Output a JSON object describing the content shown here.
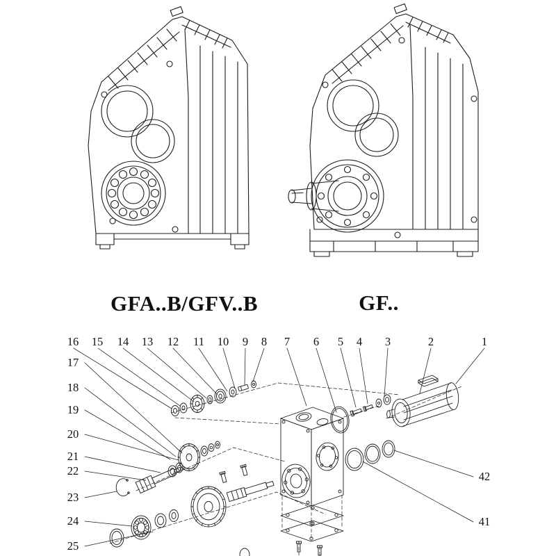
{
  "figure_labels": {
    "left": "GFA..B/GFV..B",
    "right": "GF.."
  },
  "callouts": {
    "top": [
      "16",
      "15",
      "14",
      "13",
      "12",
      "11",
      "10",
      "9",
      "8",
      "7",
      "6",
      "5",
      "4",
      "3",
      "2",
      "1"
    ],
    "left": [
      "17",
      "18",
      "19",
      "20",
      "21",
      "22",
      "23",
      "24",
      "25"
    ],
    "right": [
      "42",
      "41"
    ]
  },
  "colors": {
    "line": "#1b1b1b",
    "background": "#ffffff"
  }
}
